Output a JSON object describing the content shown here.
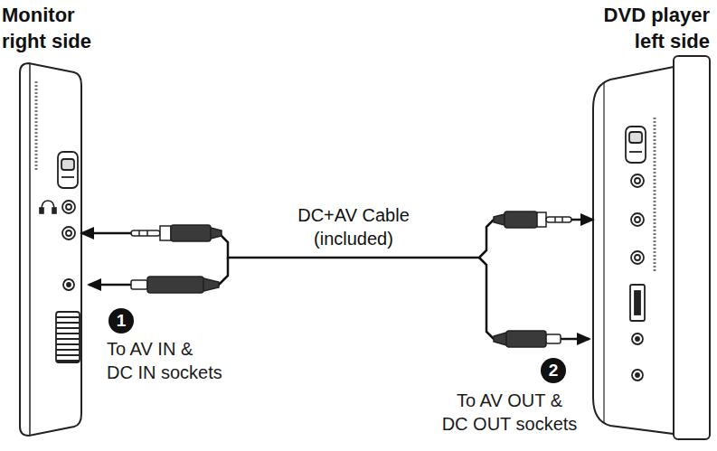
{
  "diagram": {
    "nodes": [
      {
        "text": [
          "Monitor right side"
        ]
      },
      {
        "text": [
          "DVD player left side"
        ]
      }
    ],
    "edges": [
      {
        "from": 0,
        "to": 1,
        "arrow": "both",
        "label": "DC+AV Cable (included)"
      }
    ],
    "labels": [
      "1",
      "To AV IN & DC IN sockets",
      "2",
      "To AV OUT & DC OUT sockets"
    ]
  }
}
